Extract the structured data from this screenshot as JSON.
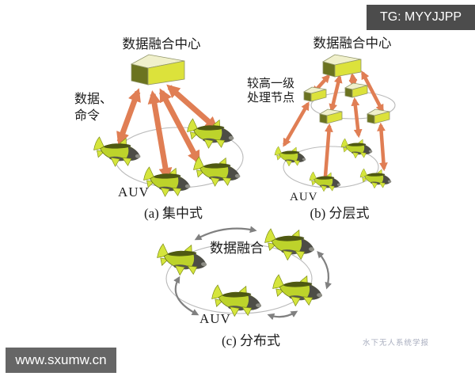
{
  "watermarks": {
    "tg_badge": "TG: MYYJJPP",
    "site_badge": "www.sxumw.cn",
    "journal": "水下无人系统学报"
  },
  "diagram_a": {
    "title": "数据融合中心",
    "side_label_line1": "数据、",
    "side_label_line2": "命令",
    "auv_label": "AUV",
    "caption": "(a) 集中式"
  },
  "diagram_b": {
    "title": "数据融合中心",
    "side_label_line1": "较高一级",
    "side_label_line2": "处理节点",
    "auv_label": "AUV",
    "caption": "(b) 分层式"
  },
  "diagram_c": {
    "center_label": "数据融合",
    "auv_label": "AUV",
    "caption": "(c) 分布式"
  },
  "icons": {
    "auv": "robot-fish-auv-icon",
    "fusion_center": "3d-box-fusion-center",
    "processing_node": "3d-box-processing-node",
    "data_link": "double-headed-arrow"
  },
  "colors": {
    "arrow": "#e07e54",
    "arrow-gray": "#808080",
    "box-top": "#f0f0cb",
    "box-front": "#dce23b",
    "box-side": "#6b7320",
    "box-edge": "#8f9468",
    "fish-body": "#bdd32b",
    "fish-fin": "#d5e53c",
    "fish-stripe": "#434b10",
    "fish-head": "#4d4d46",
    "ellipse": "#bababa",
    "text": "#1b1b1b",
    "tg-bg": "#4c4c4c",
    "site-bg": "#666666",
    "journal": "#a9aebf"
  }
}
